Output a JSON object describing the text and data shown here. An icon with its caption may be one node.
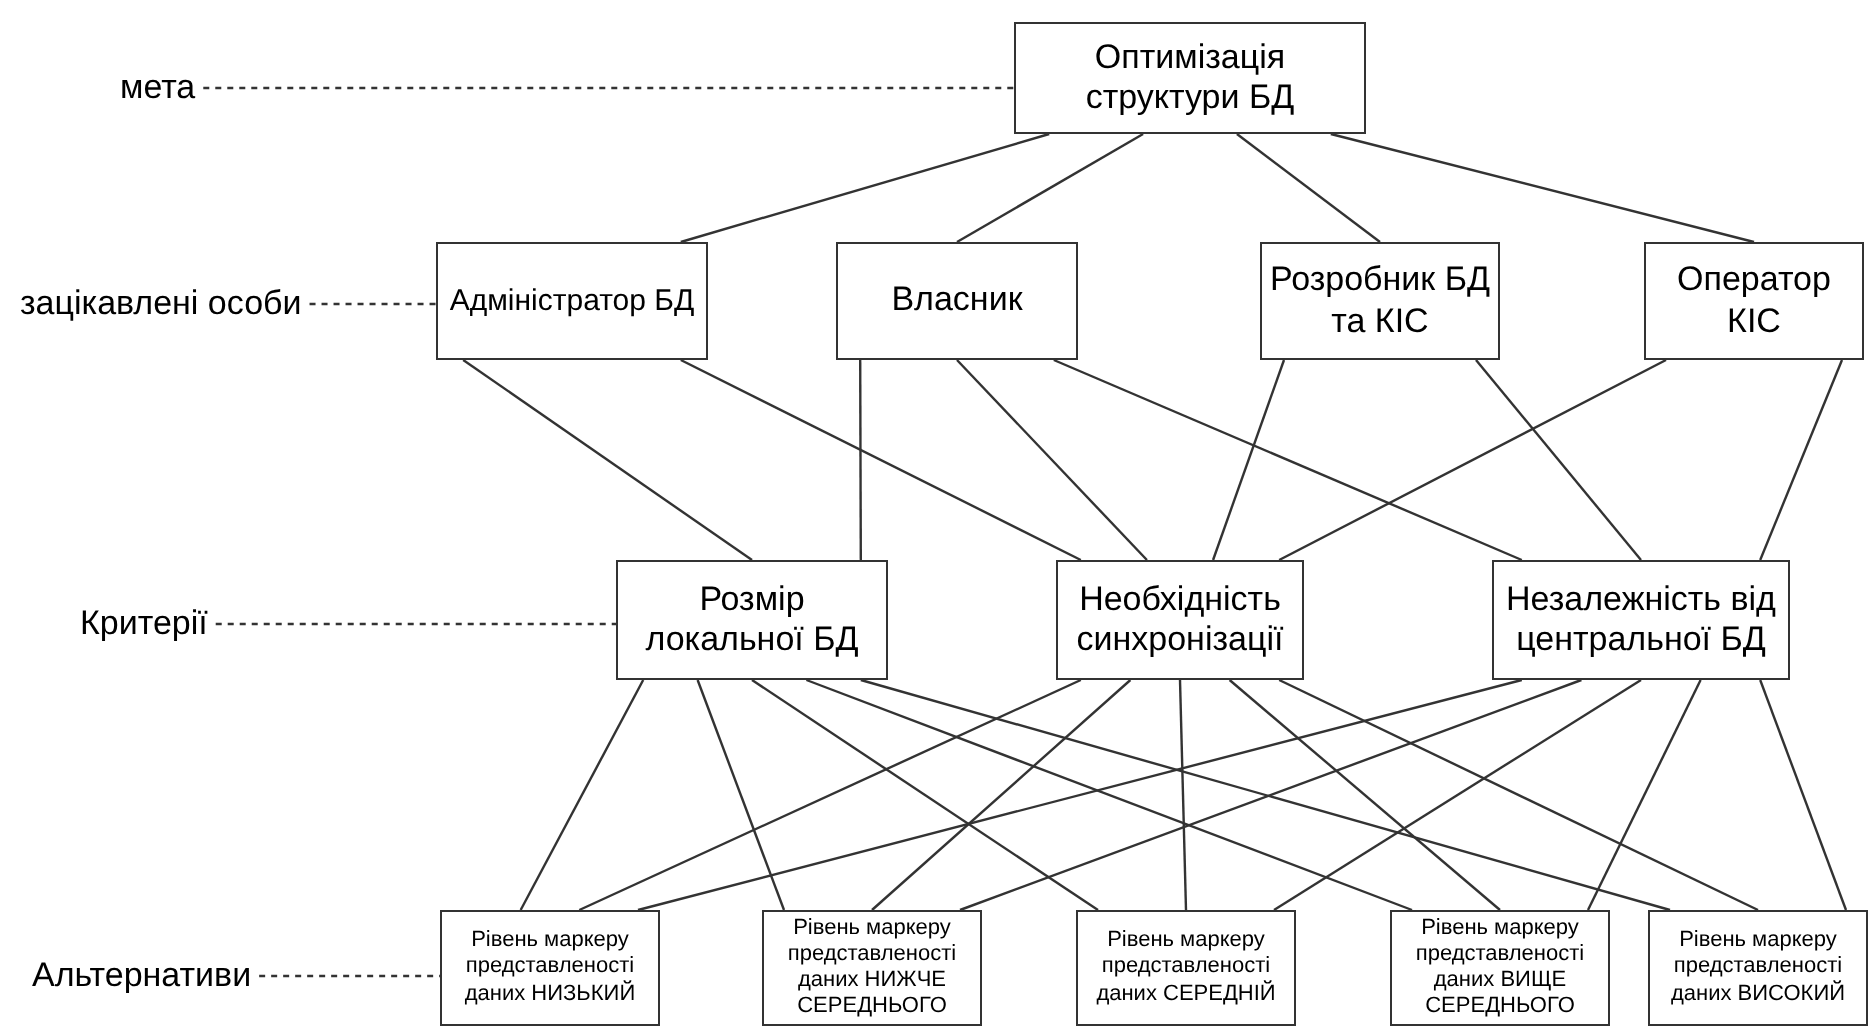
{
  "diagram": {
    "nodes": [
      {
        "text": [
          "Оптимізація структури БД"
        ]
      },
      {
        "text": [
          "Адміністратор БД"
        ]
      },
      {
        "text": [
          "Власник"
        ]
      },
      {
        "text": [
          "Розробник БД та КІС"
        ]
      },
      {
        "text": [
          "Оператор КІС"
        ]
      },
      {
        "text": [
          "Розмір локальної БД"
        ]
      },
      {
        "text": [
          "Необхідність синхронізації"
        ]
      },
      {
        "text": [
          "Незалежність від центральної БД"
        ]
      },
      {
        "text": [
          "Рівень маркеру представленості даних НИЗЬКИЙ"
        ]
      },
      {
        "text": [
          "Рівень маркеру представленості даних НИЖЧЕ СЕРЕДНЬОГО"
        ]
      },
      {
        "text": [
          "Рівень маркеру представленості даних СЕРЕДНІЙ"
        ]
      },
      {
        "text": [
          "Рівень маркеру представленості даних ВИЩЕ СЕРЕДНЬОГО"
        ]
      },
      {
        "text": [
          "Рівень маркеру представленості даних ВИСОКИЙ"
        ]
      },
      {
        "text": [
          "мета"
        ]
      },
      {
        "text": [
          "зацікавлені особи"
        ]
      },
      {
        "text": [
          "Критерії"
        ]
      },
      {
        "text": [
          "Альтернативи"
        ]
      }
    ],
    "edges": [
      {
        "from": 0,
        "to": 1,
        "arrow": "none"
      },
      {
        "from": 0,
        "to": 2,
        "arrow": "none"
      },
      {
        "from": 0,
        "to": 3,
        "arrow": "none"
      },
      {
        "from": 0,
        "to": 4,
        "arrow": "none"
      },
      {
        "from": 1,
        "to": 5,
        "arrow": "none"
      },
      {
        "from": 1,
        "to": 6,
        "arrow": "none"
      },
      {
        "from": 2,
        "to": 5,
        "arrow": "none"
      },
      {
        "from": 2,
        "to": 6,
        "arrow": "none"
      },
      {
        "from": 2,
        "to": 7,
        "arrow": "none"
      },
      {
        "from": 3,
        "to": 6,
        "arrow": "none"
      },
      {
        "from": 3,
        "to": 7,
        "arrow": "none"
      },
      {
        "from": 4,
        "to": 6,
        "arrow": "none"
      },
      {
        "from": 4,
        "to": 7,
        "arrow": "none"
      },
      {
        "from": 5,
        "to": 8,
        "arrow": "none"
      },
      {
        "from": 5,
        "to": 9,
        "arrow": "none"
      },
      {
        "from": 5,
        "to": 10,
        "arrow": "none"
      },
      {
        "from": 5,
        "to": 11,
        "arrow": "none"
      },
      {
        "from": 5,
        "to": 12,
        "arrow": "none"
      },
      {
        "from": 6,
        "to": 8,
        "arrow": "none"
      },
      {
        "from": 6,
        "to": 9,
        "arrow": "none"
      },
      {
        "from": 6,
        "to": 10,
        "arrow": "none"
      },
      {
        "from": 6,
        "to": 11,
        "arrow": "none"
      },
      {
        "from": 6,
        "to": 12,
        "arrow": "none"
      },
      {
        "from": 7,
        "to": 8,
        "arrow": "none"
      },
      {
        "from": 7,
        "to": 9,
        "arrow": "none"
      },
      {
        "from": 7,
        "to": 10,
        "arrow": "none"
      },
      {
        "from": 7,
        "to": 11,
        "arrow": "none"
      },
      {
        "from": 7,
        "to": 12,
        "arrow": "none"
      },
      {
        "from": 13,
        "to": 0,
        "arrow": "none",
        "style": "dashed"
      },
      {
        "from": 14,
        "to": 1,
        "arrow": "none",
        "style": "dashed"
      },
      {
        "from": 15,
        "to": 5,
        "arrow": "none",
        "style": "dashed"
      },
      {
        "from": 16,
        "to": 8,
        "arrow": "none",
        "style": "dashed"
      }
    ]
  }
}
